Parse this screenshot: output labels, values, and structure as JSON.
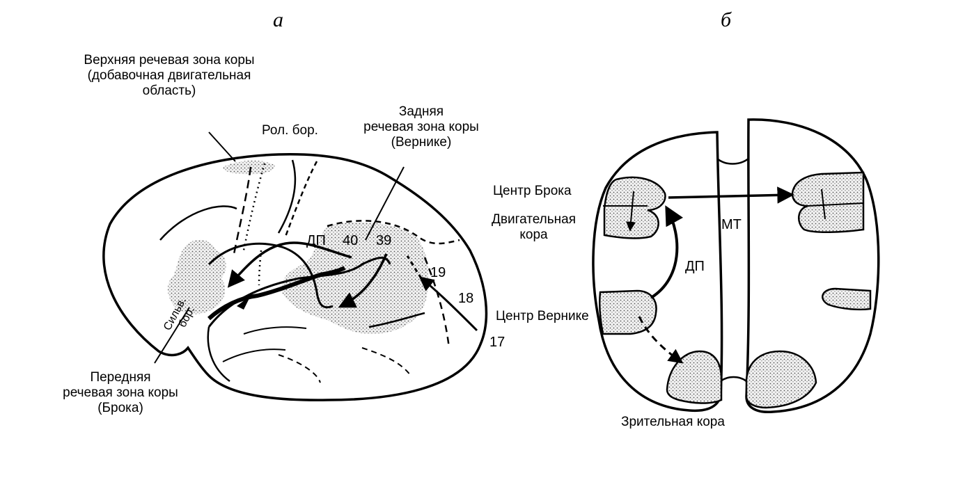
{
  "panel_a": {
    "letter": "а",
    "upper_zone": [
      "Верхняя речевая зона коры",
      "(добавочная двигательная",
      "область)"
    ],
    "rolandic": "Рол. бор.",
    "posterior_zone": [
      "Задняя",
      "речевая зона коры",
      "(Вернике)"
    ],
    "arcuate": "ДП",
    "areas": [
      "40",
      "39",
      "19",
      "18",
      "17"
    ],
    "sylvian": [
      "Сильв.",
      "бор."
    ],
    "anterior_zone": [
      "Передняя",
      "речевая зона коры",
      "(Брока)"
    ]
  },
  "panel_b": {
    "letter": "б",
    "broca": "Центр Брока",
    "motor": [
      "Двигательная",
      "кора"
    ],
    "corpus": "МТ",
    "arcuate": "ДП",
    "wernicke": "Центр Вернике",
    "visual": "Зрительная кора"
  }
}
